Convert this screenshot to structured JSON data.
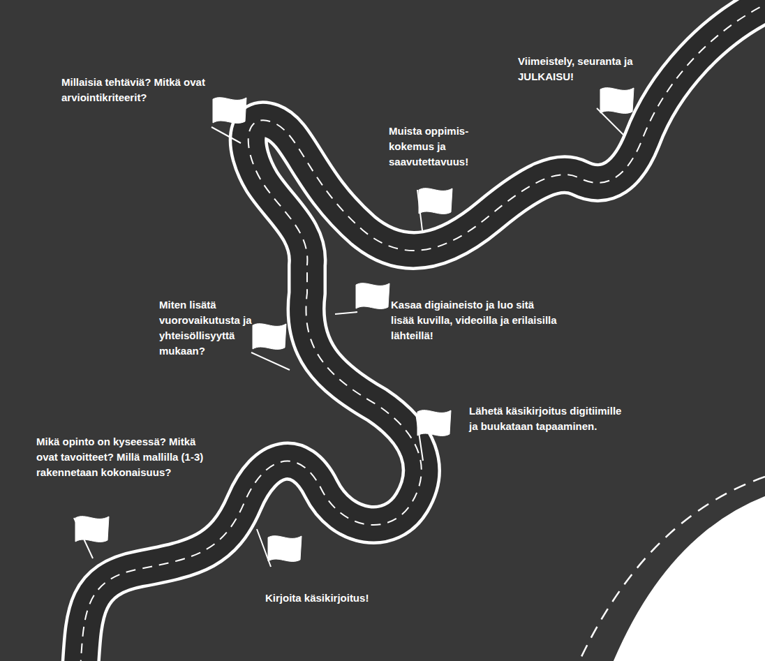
{
  "diagram": {
    "labels": [
      "Mikä opinto on kyseessä? Mitkä ovat tavoitteet? Millä mallilla (1-3) rakennetaan kokonaisuus?",
      "Kirjoita käsikirjoitus!",
      "Lähetä käsikirjoitus digitiimille ja buukataan tapaaminen.",
      "Miten lisätä vuorovaikutusta ja yhteisöllisyyttä mukaan?",
      "Kasaa digiaineisto ja luo sitä lisää kuvilla, videoilla ja erilaisilla lähteillä!",
      "Millaisia tehtäviä? Mitkä ovat arviointikriteerit?",
      "Muista oppimis- kokemus ja saavutettavuus!",
      "Viimeistely, seuranta ja JULKAISU!"
    ]
  }
}
